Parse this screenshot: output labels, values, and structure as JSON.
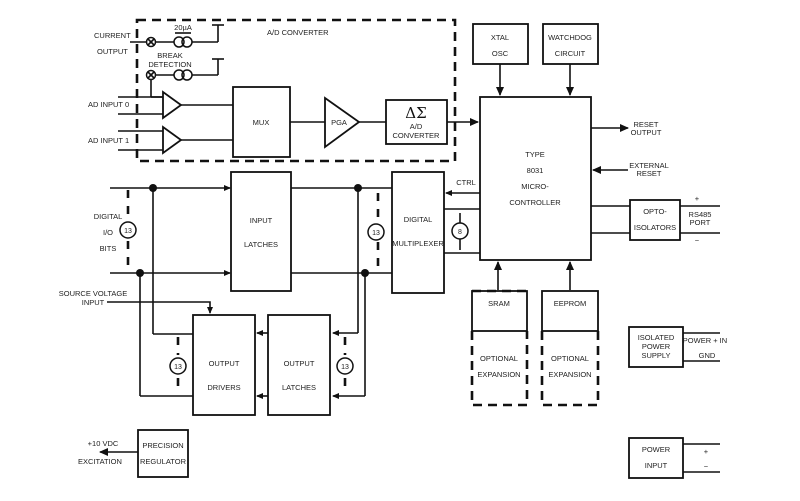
{
  "diagram": {
    "ad_converter_group": {
      "label": "A/D CONVERTER"
    },
    "current_output": {
      "line1": "CURRENT",
      "line2": "OUTPUT",
      "source_value": "20µA"
    },
    "break_detection": {
      "line1": "BREAK",
      "line2": "DETECTION"
    },
    "ad_inputs": [
      "AD INPUT 0",
      "AD INPUT 1"
    ],
    "mux": {
      "label": "MUX"
    },
    "pga": {
      "label": "PGA"
    },
    "delta_sigma": {
      "symbol": "ΔΣ",
      "line1": "A/D",
      "line2": "CONVERTER"
    },
    "xtal_osc": {
      "line1": "XTAL",
      "line2": "OSC"
    },
    "watchdog": {
      "line1": "WATCHDOG",
      "line2": "CIRCUIT"
    },
    "microcontroller": {
      "line1": "TYPE",
      "line2": "8031",
      "line3": "MICRO-",
      "line4": "CONTROLLER"
    },
    "reset_output": {
      "line1": "RESET",
      "line2": "OUTPUT"
    },
    "external_reset": {
      "line1": "EXTERNAL",
      "line2": "RESET"
    },
    "opto_isolators": {
      "line1": "OPTO-",
      "line2": "ISOLATORS"
    },
    "rs485_port": {
      "line1": "RS485",
      "line2": "PORT",
      "plus": "+",
      "minus": "−"
    },
    "digital_io": {
      "line1": "DIGITAL",
      "line2": "I/O",
      "line3": "BITS",
      "bus_width": "13"
    },
    "input_latches": {
      "line1": "INPUT",
      "line2": "LATCHES"
    },
    "digital_multiplexer": {
      "line1": "DIGITAL",
      "line2": "MULTIPLEXER"
    },
    "ctrl_label": "CTRL",
    "bus_width_13": "13",
    "bus_width_8": "8",
    "source_voltage": {
      "line1": "SOURCE VOLTAGE",
      "line2": "INPUT"
    },
    "output_drivers": {
      "line1": "OUTPUT",
      "line2": "DRIVERS"
    },
    "output_latches": {
      "line1": "OUTPUT",
      "line2": "LATCHES"
    },
    "sram": {
      "label": "SRAM",
      "expansion_line1": "OPTIONAL",
      "expansion_line2": "EXPANSION"
    },
    "eeprom": {
      "label": "EEPROM",
      "expansion_line1": "OPTIONAL",
      "expansion_line2": "EXPANSION"
    },
    "isolated_power_supply": {
      "line1": "ISOLATED",
      "line2": "POWER",
      "line3": "SUPPLY",
      "power_in": "POWER + IN",
      "gnd": "GND"
    },
    "power_input": {
      "line1": "POWER",
      "line2": "INPUT",
      "plus": "+",
      "minus": "−"
    },
    "precision_regulator": {
      "line1": "PRECISION",
      "line2": "REGULATOR"
    },
    "excitation": {
      "line1": "+10 VDC",
      "line2": "EXCITATION"
    }
  }
}
